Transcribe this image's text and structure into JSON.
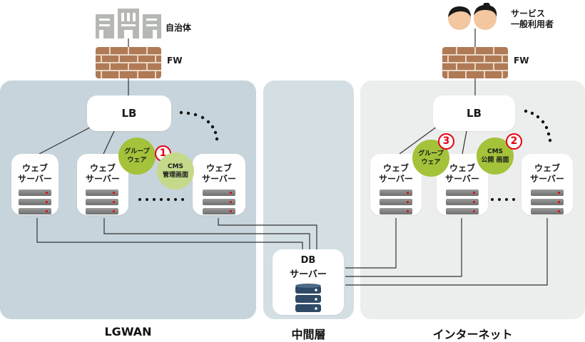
{
  "top_left": {
    "building_label": "自治体",
    "fw_label": "FW"
  },
  "top_right": {
    "users_label_line1": "サービス",
    "users_label_line2": "一般利用者",
    "fw_label": "FW"
  },
  "lgwan": {
    "zone_label": "LGWAN",
    "lb_label": "LB",
    "servers": [
      {
        "line1": "ウェブ",
        "line2": "サーバー"
      },
      {
        "line1": "ウェブ",
        "line2": "サーバー"
      },
      {
        "line1": "ウェブ",
        "line2": "サーバー"
      }
    ],
    "groupware": {
      "line1": "グループ",
      "line2": "ウェア",
      "number": "1"
    },
    "cms": {
      "line1": "CMS",
      "line2": "管理画面"
    }
  },
  "middle": {
    "zone_label": "中間層",
    "db": {
      "line1": "DB",
      "line2": "サーバー"
    }
  },
  "internet": {
    "zone_label": "インターネット",
    "lb_label": "LB",
    "servers": [
      {
        "line1": "ウェブ",
        "line2": "サーバー"
      },
      {
        "line1": "ウェブ",
        "line2": "サーバー"
      },
      {
        "line1": "ウェブ",
        "line2": "サーバー"
      }
    ],
    "groupware": {
      "line1": "グループ",
      "line2": "ウェア",
      "number": "3"
    },
    "cms": {
      "line1": "CMS",
      "line2": "公開 画面",
      "number": "2"
    }
  },
  "colors": {
    "lgwan_zone": "#c7d4db",
    "middle_zone": "#d4dfe4",
    "internet_zone": "#eceeed",
    "bubble_dark": "#a4c23a",
    "bubble_light": "#c5d98a",
    "badge": "#e60012",
    "firewall": "#b07a55"
  },
  "icons": [
    "building-icon",
    "firewall-icon",
    "users-icon",
    "server-rack-icon",
    "database-icon"
  ]
}
